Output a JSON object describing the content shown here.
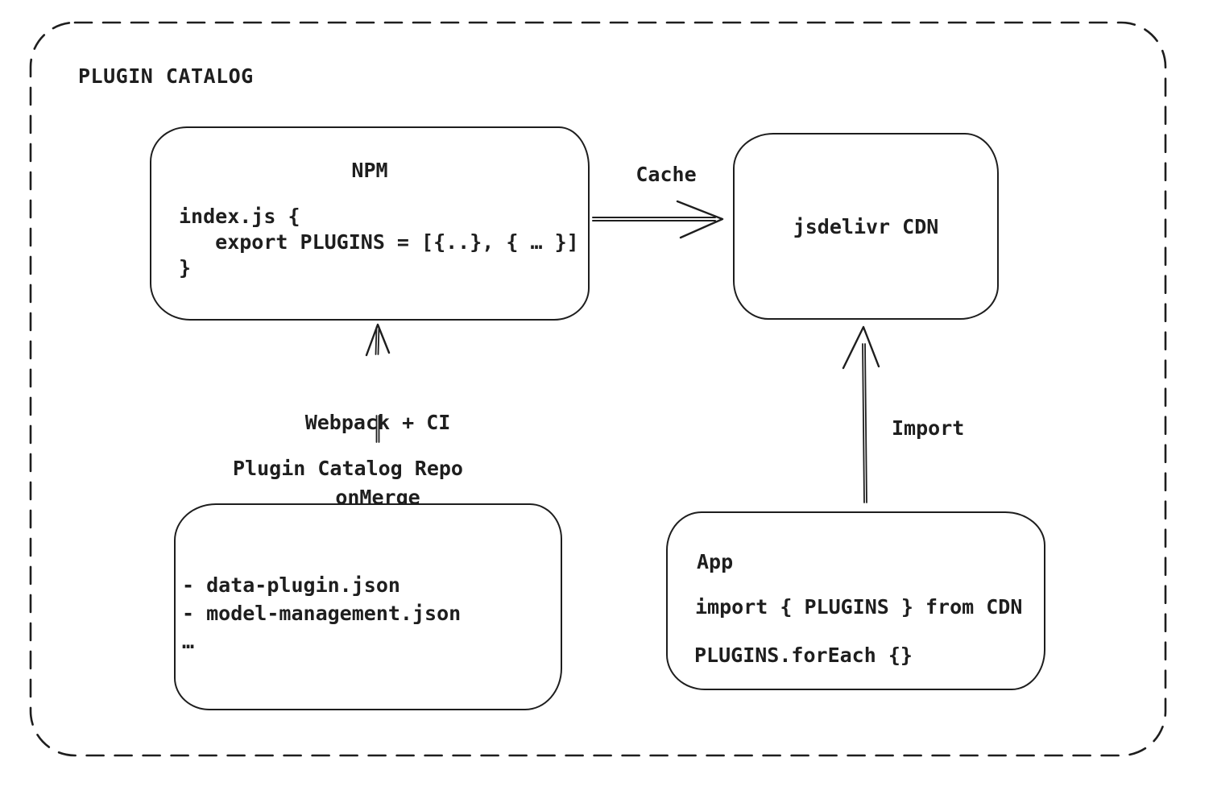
{
  "colors": {
    "stroke": "#1e1e1e",
    "background": "#ffffff",
    "text": "#1e1e1e"
  },
  "frame": {
    "title": "PLUGIN CATALOG"
  },
  "nodes": {
    "npm": {
      "title": "NPM",
      "code_lines": [
        "index.js {",
        "   export PLUGINS = [{..}, { … }]",
        "}"
      ]
    },
    "cdn": {
      "title": "jsdelivr CDN"
    },
    "repo": {
      "label": "Plugin Catalog Repo",
      "items": [
        "- data-plugin.json",
        "- model-management.json",
        "…"
      ]
    },
    "app": {
      "title": "App",
      "code_lines": [
        "import { PLUGINS } from CDN",
        "PLUGINS.forEach {}"
      ]
    }
  },
  "edges": {
    "cache": {
      "label": "Cache",
      "from": "NPM",
      "to": "jsdelivr CDN"
    },
    "build": {
      "label_lines": [
        "Webpack + CI",
        "onMerge"
      ],
      "from": "Plugin Catalog Repo",
      "to": "NPM"
    },
    "import": {
      "label": "Import",
      "from": "App",
      "to": "jsdelivr CDN"
    }
  }
}
